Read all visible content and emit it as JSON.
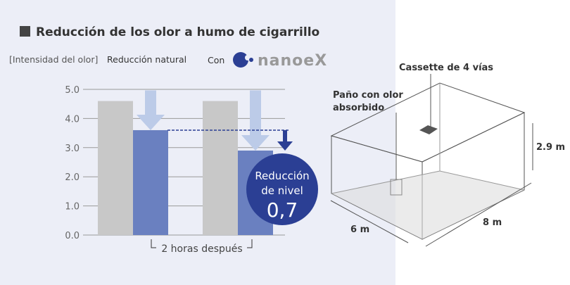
{
  "title": "Reducción de los olor a humo de cigarrillo",
  "legend": {
    "axis_label": "[Intensidad del olor]",
    "natural": "Reducción natural",
    "con": "Con",
    "brand": "nanoeX"
  },
  "colors": {
    "natural": "#c8c8c8",
    "nanoe": "#6a80c0",
    "accent": "#2b3f94",
    "arrow": "#bccbe8"
  },
  "chart_data": {
    "type": "bar",
    "ylim": [
      0,
      5
    ],
    "yticks": [
      "0.0",
      "1.0",
      "2.0",
      "3.0",
      "4.0",
      "5.0"
    ],
    "grid": true,
    "groups": [
      {
        "values": [
          4.6,
          3.6
        ]
      },
      {
        "values": [
          4.6,
          2.9
        ]
      }
    ],
    "xlabel": "2 horas después",
    "annotation": {
      "line1": "Reducción",
      "line2": "de nivel",
      "value": "0,7"
    }
  },
  "diagram": {
    "cassette": "Cassette de 4 vías",
    "cloth_line1": "Paño con olor",
    "cloth_line2": "absorbido",
    "height": "2.9 m",
    "width": "6 m",
    "length": "8 m"
  }
}
